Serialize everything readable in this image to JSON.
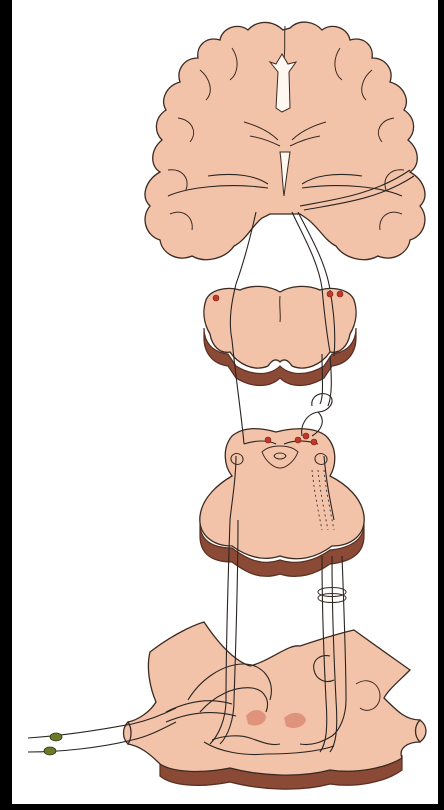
{
  "figure": {
    "type": "neuroanatomical pathway illustration",
    "labels": []
  },
  "colors": {
    "frame": "#000000",
    "background": "#ffffff",
    "tissue_fill": "#f2c3a8",
    "tissue_outline": "#3a2a22",
    "section_edge": "#8a4a35",
    "section_edge_dark": "#5a2e20",
    "tract_line": "#2a2422",
    "nucleus_red": "#c0392b",
    "nerve_ganglion": "#6b7a2a",
    "highlight": "#fff8f0"
  },
  "structures": [
    {
      "name": "cerebrum-coronal-section"
    },
    {
      "name": "midbrain-section"
    },
    {
      "name": "pons-section"
    },
    {
      "name": "medulla-section"
    },
    {
      "name": "cranial-nerve"
    }
  ]
}
